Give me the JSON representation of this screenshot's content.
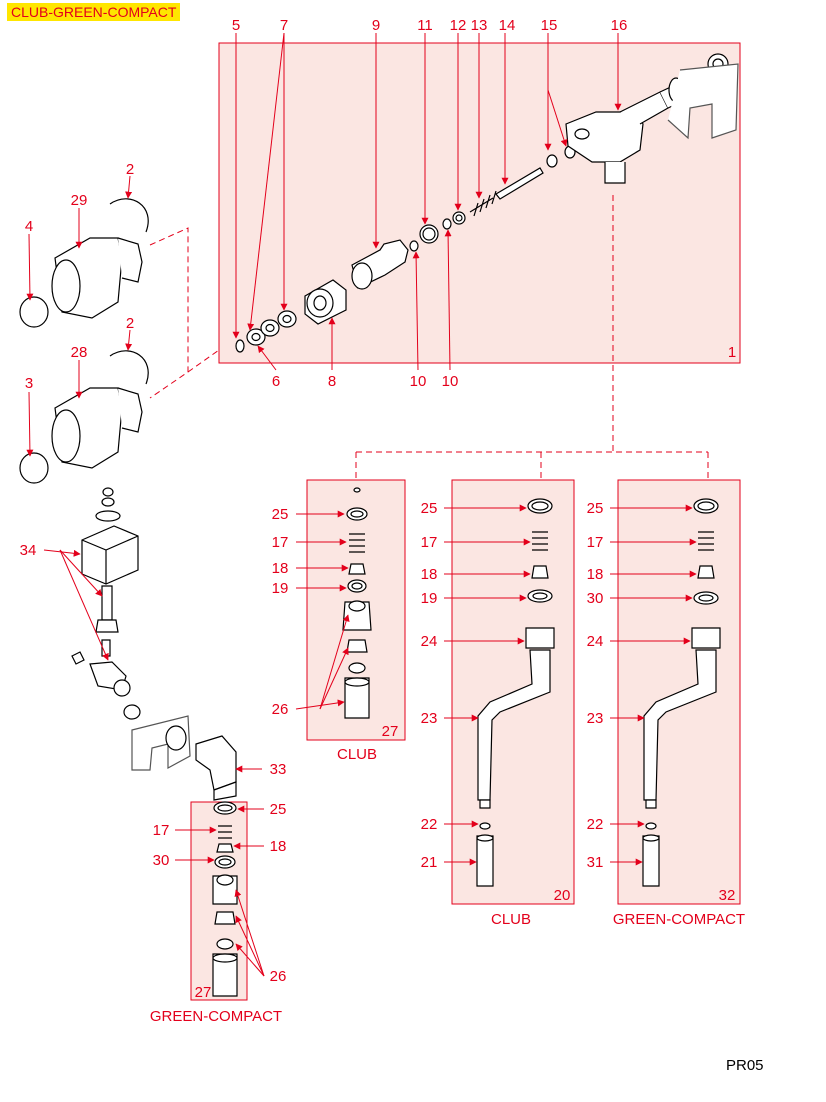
{
  "header": {
    "title": "CLUB-GREEN-COMPACT"
  },
  "footer": {
    "page_code": "PR05"
  },
  "colors": {
    "accent": "#e3001b",
    "panel_fill": "#fbe6e2",
    "title_bg": "#ffe600",
    "part_fill": "#ffffff",
    "part_stroke": "#000000"
  },
  "callouts": {
    "n1": "1",
    "n2a": "2",
    "n2b": "2",
    "n3": "3",
    "n4": "4",
    "n5": "5",
    "n6": "6",
    "n7": "7",
    "n8": "8",
    "n9": "9",
    "n10a": "10",
    "n10b": "10",
    "n11": "11",
    "n12": "12",
    "n13": "13",
    "n14": "14",
    "n15": "15",
    "n16": "16",
    "n28": "28",
    "n29": "29",
    "n34": "34",
    "n33": "33",
    "c27_25": "25",
    "c27_17": "17",
    "c27_18": "18",
    "c27_19": "19",
    "c27_26": "26",
    "c27_27": "27",
    "c20_25": "25",
    "c20_17": "17",
    "c20_18": "18",
    "c20_19": "19",
    "c20_24": "24",
    "c20_23": "23",
    "c20_22": "22",
    "c20_21": "21",
    "c20_20": "20",
    "c32_25": "25",
    "c32_17": "17",
    "c32_18": "18",
    "c32_30": "30",
    "c32_24": "24",
    "c32_23": "23",
    "c32_22": "22",
    "c32_31": "31",
    "c32_32": "32",
    "g_25": "25",
    "g_17": "17",
    "g_18": "18",
    "g_30": "30",
    "g_26": "26",
    "g_27": "27"
  },
  "captions": {
    "club_left": "CLUB",
    "club_mid": "CLUB",
    "green_right": "GREEN-COMPACT",
    "green_bottom": "GREEN-COMPACT"
  }
}
